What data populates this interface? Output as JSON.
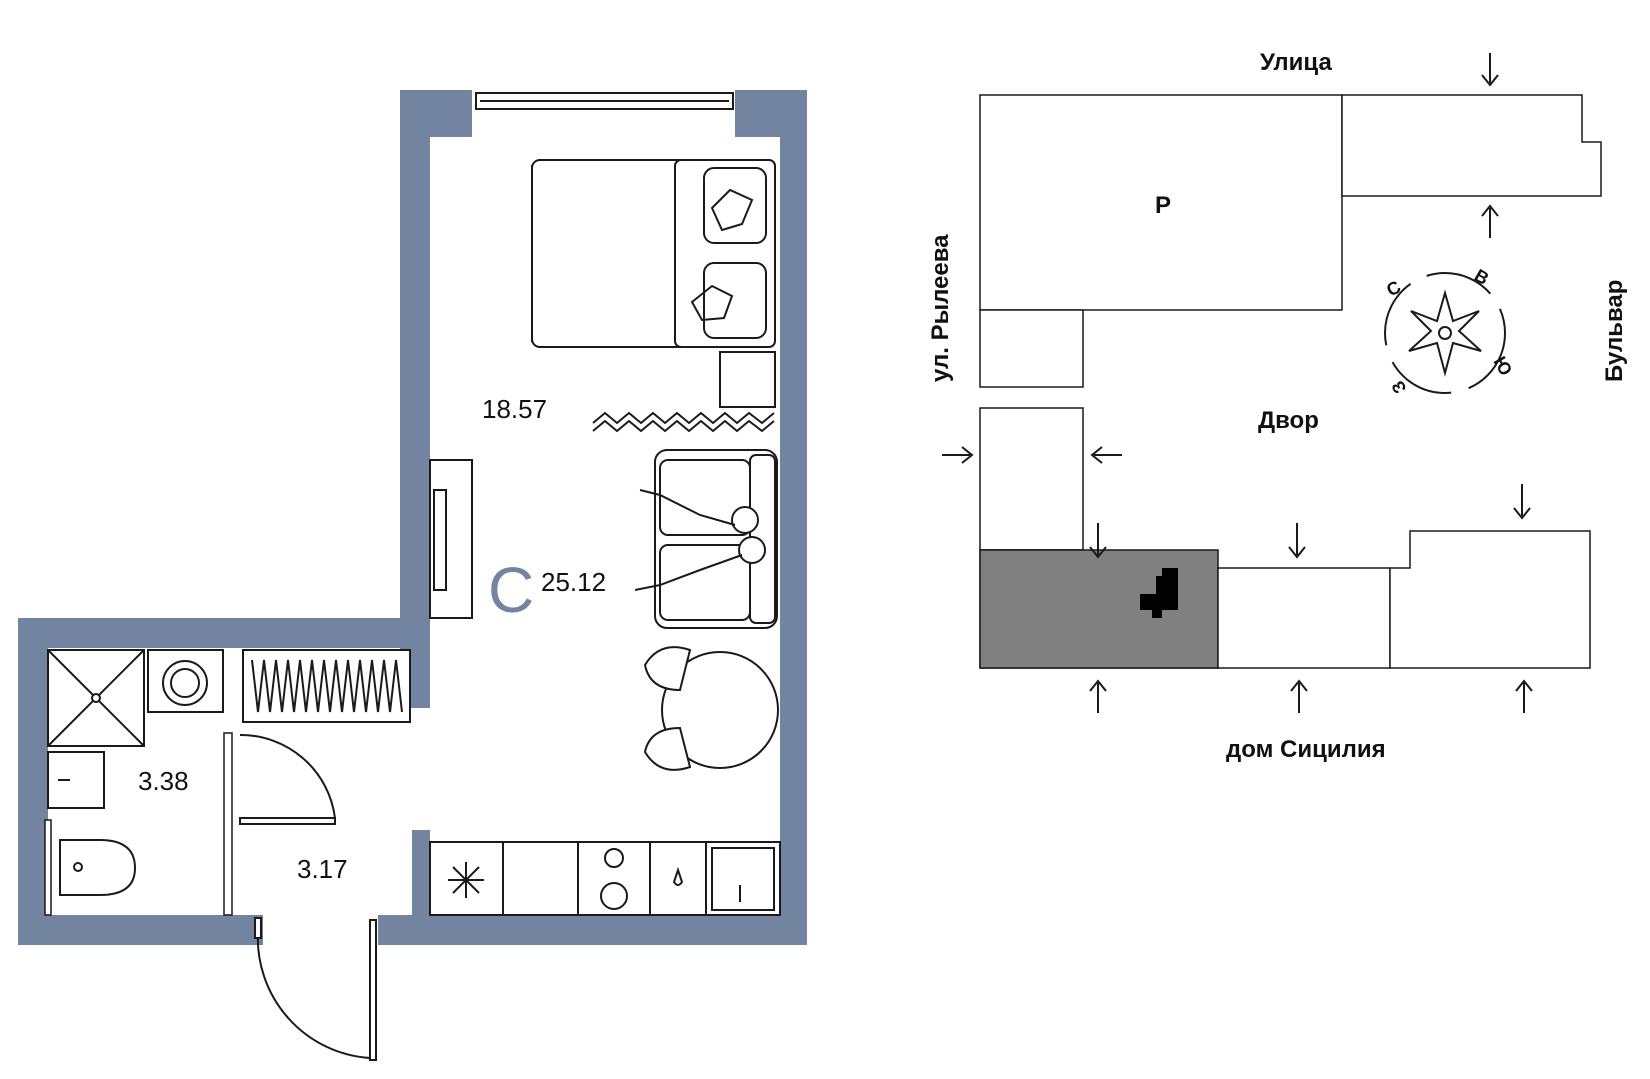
{
  "colors": {
    "wall": "#7384a0",
    "apartment_highlight": "#808080",
    "line": "#1a1a1a"
  },
  "plan": {
    "room_type_letter": "С",
    "areas": {
      "living": "18.57",
      "total": "25.12",
      "bathroom": "3.38",
      "hallway": "3.17"
    }
  },
  "site": {
    "streets": {
      "top": "Улица",
      "left": "ул. Рылеева",
      "right": "Бульвар",
      "bottom": "дом Сицилия"
    },
    "labels": {
      "parking": "Р",
      "courtyard": "Двор"
    },
    "compass": {
      "north": "С",
      "east": "В",
      "south": "Ю",
      "west": "З"
    }
  }
}
